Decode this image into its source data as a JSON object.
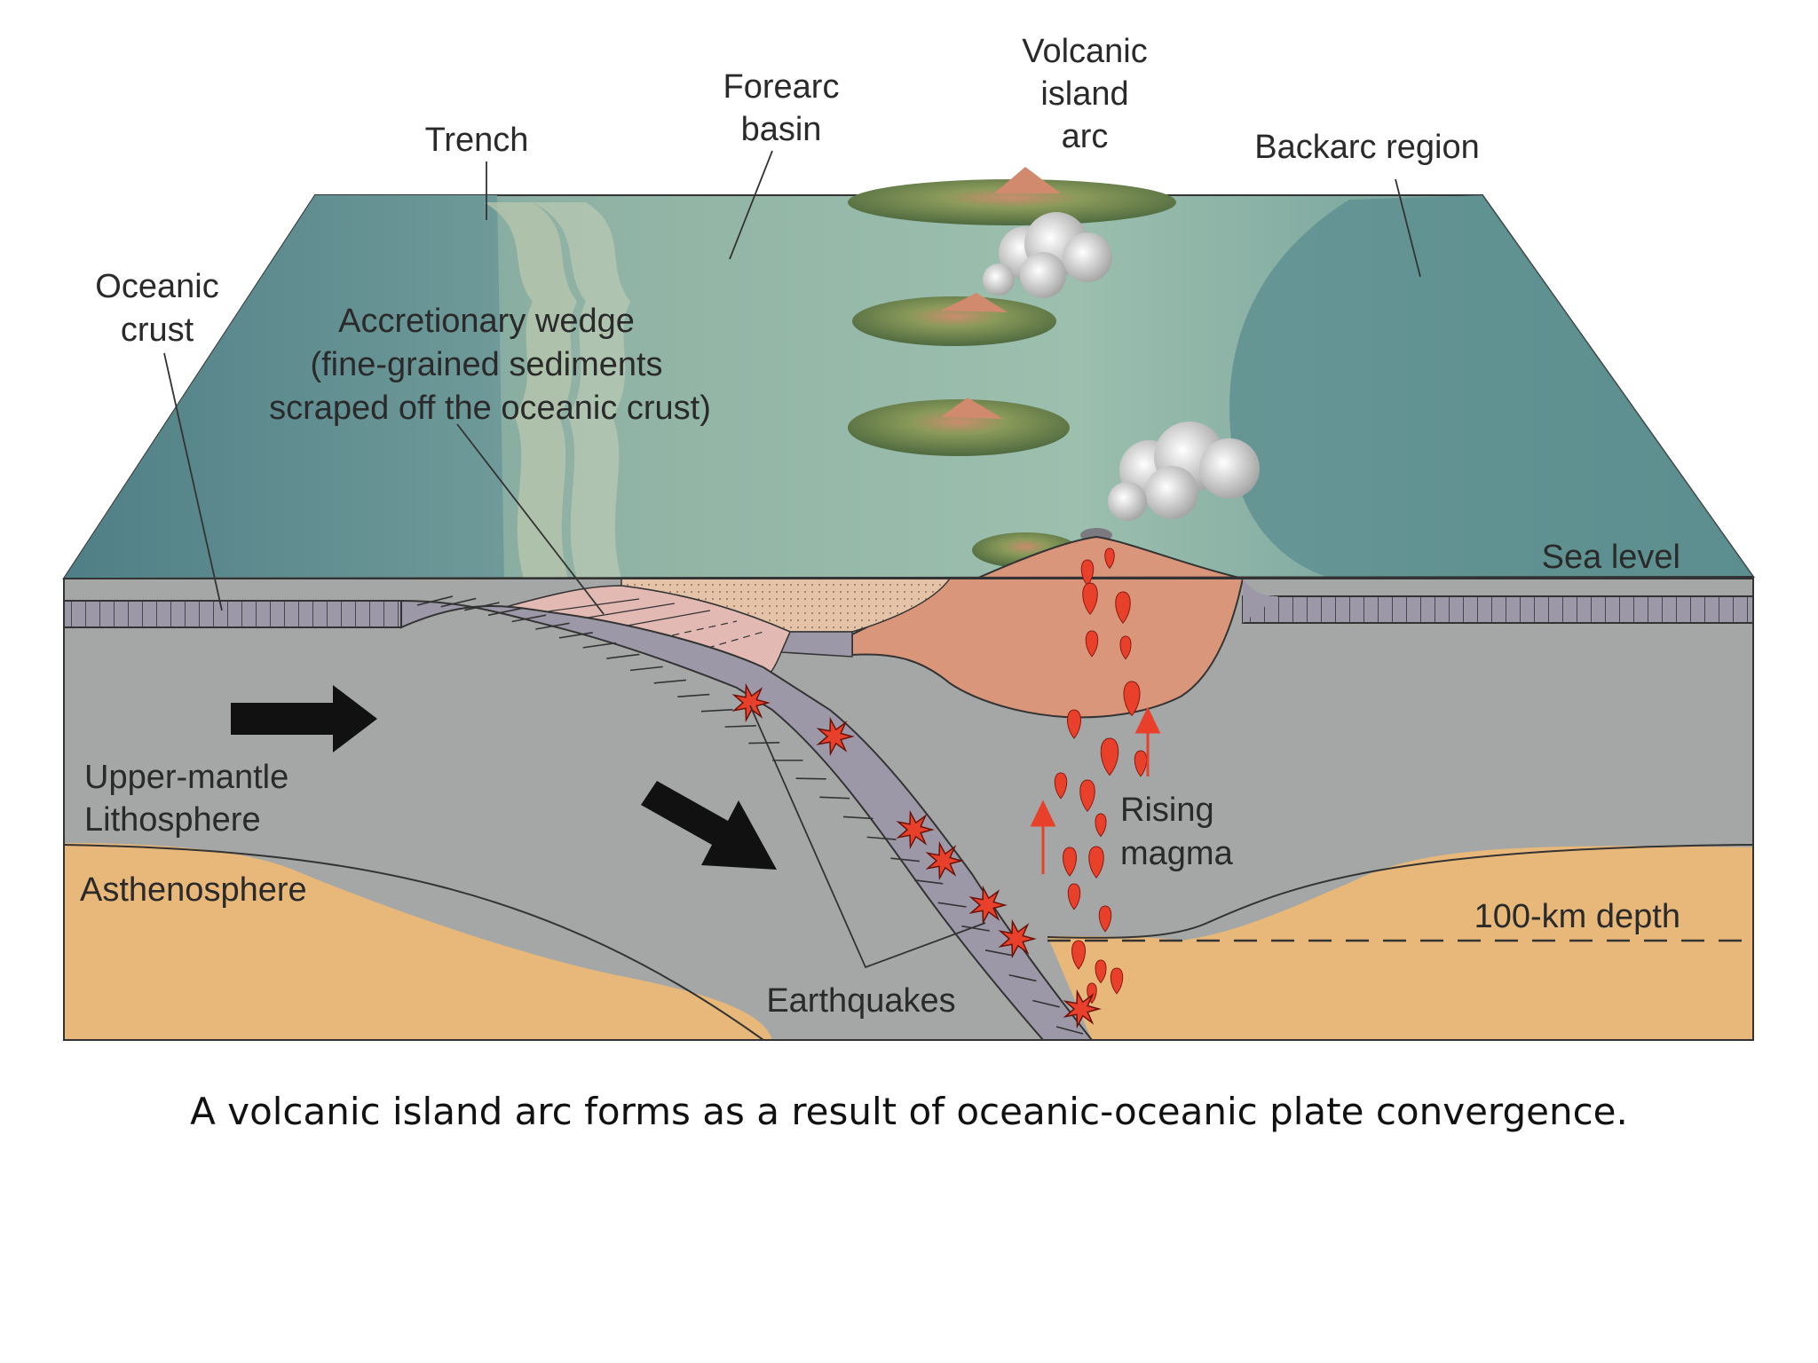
{
  "labels": {
    "trench": "Trench",
    "forearc_basin": [
      "Forearc",
      "basin"
    ],
    "volcanic_island_arc": [
      "Volcanic",
      "island",
      "arc"
    ],
    "backarc_region": "Backarc region",
    "oceanic_crust": [
      "Oceanic",
      "crust"
    ],
    "accretionary_wedge": [
      "Accretionary wedge",
      "(fine-grained sediments",
      "scraped off the oceanic crust)"
    ],
    "sea_level": "Sea level",
    "upper_mantle_lithosphere": [
      "Upper-mantle",
      "Lithosphere"
    ],
    "asthenosphere": "Asthenosphere",
    "rising_magma": [
      "Rising",
      "magma"
    ],
    "depth_100km": "100-km depth",
    "earthquakes": "Earthquakes"
  },
  "caption": "A volcanic island arc forms as a result of oceanic-oceanic plate convergence.",
  "colors": {
    "sea_surface": "#7aa6a0",
    "sea_deep": "#5e8f8e",
    "lithosphere": "#a4a7a6",
    "asthenosphere": "#e8b77a",
    "oceanic_crust": "#9d98a8",
    "arc_crust": "#d9967a",
    "wedge": "#e3b9b3",
    "magma": "#e8402a",
    "arrow": "#111111"
  }
}
